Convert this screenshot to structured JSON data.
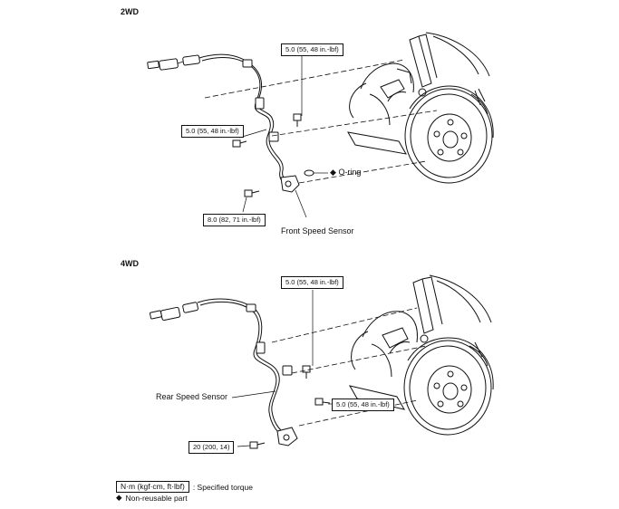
{
  "sections": {
    "top_label": "2WD",
    "bottom_label": "4WD"
  },
  "top": {
    "torque_upper": "5.0 (55, 48 in.-lbf)",
    "torque_left": "5.0 (55, 48 in.-lbf)",
    "torque_bottom": "8.0 (82, 71 in.-lbf)",
    "oring_label": "O-ring",
    "oring_marker": "◆",
    "sensor_label": "Front Speed Sensor"
  },
  "bottom": {
    "torque_upper": "5.0 (55, 48 in.-lbf)",
    "torque_right": "5.0 (55, 48 in.-lbf)",
    "torque_bottom": "20 (200, 14)",
    "sensor_label": "Rear Speed Sensor"
  },
  "legend": {
    "torque_unit": "N·m (kgf·cm, ft·lbf)",
    "torque_desc": ": Specified torque",
    "nonreusable_marker": "◆",
    "nonreusable_desc": "Non-reusable part"
  }
}
